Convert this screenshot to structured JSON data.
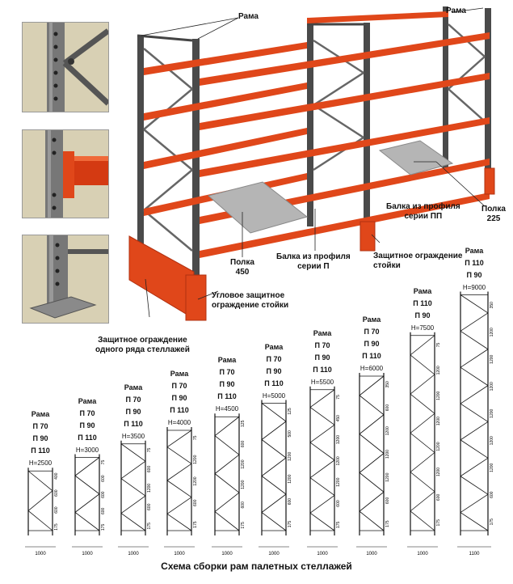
{
  "callouts": {
    "frame": "Рама",
    "beam_pp": "Балка из профиля\nсерии ПП",
    "shelf_225": "Полка\n225",
    "shelf_450": "Полка\n450",
    "beam_p": "Балка из профиля\nсерии П",
    "guard_post": "Защитное ограждение\nстойки",
    "corner_guard": "Угловое защитное\nограждение стойки",
    "row_guard": "Защитное ограждение\nодного ряда стеллажей"
  },
  "frames": [
    {
      "title": "Рама",
      "types": [
        "П 70",
        "П 90",
        "П 110"
      ],
      "height": "H=2500",
      "dims": [
        "400",
        "600",
        "600",
        "175"
      ],
      "width": "1000"
    },
    {
      "title": "Рама",
      "types": [
        "П 70",
        "П 90",
        "П 110"
      ],
      "height": "H=3000",
      "dims": [
        "75",
        "600",
        "600",
        "600",
        "175"
      ],
      "width": "1000"
    },
    {
      "title": "Рама",
      "types": [
        "П 70",
        "П 90",
        "П 110"
      ],
      "height": "H=3500",
      "dims": [
        "75",
        "600",
        "1200",
        "600",
        "175"
      ],
      "width": "1000"
    },
    {
      "title": "Рама",
      "types": [
        "П 70",
        "П 90",
        "П 110"
      ],
      "height": "H=4000",
      "dims": [
        "75",
        "1200",
        "1200",
        "600",
        "175"
      ],
      "width": "1000"
    },
    {
      "title": "Рама",
      "types": [
        "П 70",
        "П 90",
        "П 110"
      ],
      "height": "H=4500",
      "dims": [
        "125",
        "600",
        "1200",
        "1200",
        "600",
        "175"
      ],
      "width": "1000"
    },
    {
      "title": "Рама",
      "types": [
        "П 70",
        "П 90",
        "П 110"
      ],
      "height": "H=5000",
      "dims": [
        "125",
        "500",
        "1200",
        "1200",
        "600",
        "175"
      ],
      "width": "1000"
    },
    {
      "title": "Рама",
      "types": [
        "П 70",
        "П 90",
        "П 110"
      ],
      "height": "H=5500",
      "dims": [
        "75",
        "450",
        "1200",
        "1200",
        "1200",
        "600",
        "175"
      ],
      "width": "1000"
    },
    {
      "title": "Рама",
      "types": [
        "П 70",
        "П 90",
        "П 110"
      ],
      "height": "H=6000",
      "dims": [
        "350",
        "600",
        "1200",
        "1200",
        "1200",
        "600",
        "175"
      ],
      "width": "1000"
    },
    {
      "title": "Рама",
      "types": [
        "П 110",
        "П 90"
      ],
      "height": "H=7500",
      "dims": [
        "75",
        "1200",
        "1200",
        "1200",
        "1200",
        "1200",
        "600",
        "175"
      ],
      "width": "1000"
    },
    {
      "title": "Рама",
      "types": [
        "П 110",
        "П 90"
      ],
      "height": "H=9000",
      "dims": [
        "350",
        "1200",
        "1200",
        "1200",
        "1200",
        "1200",
        "1200",
        "600",
        "175"
      ],
      "width": "1100"
    }
  ],
  "caption": "Схема сборки рам палетных стеллажей"
}
